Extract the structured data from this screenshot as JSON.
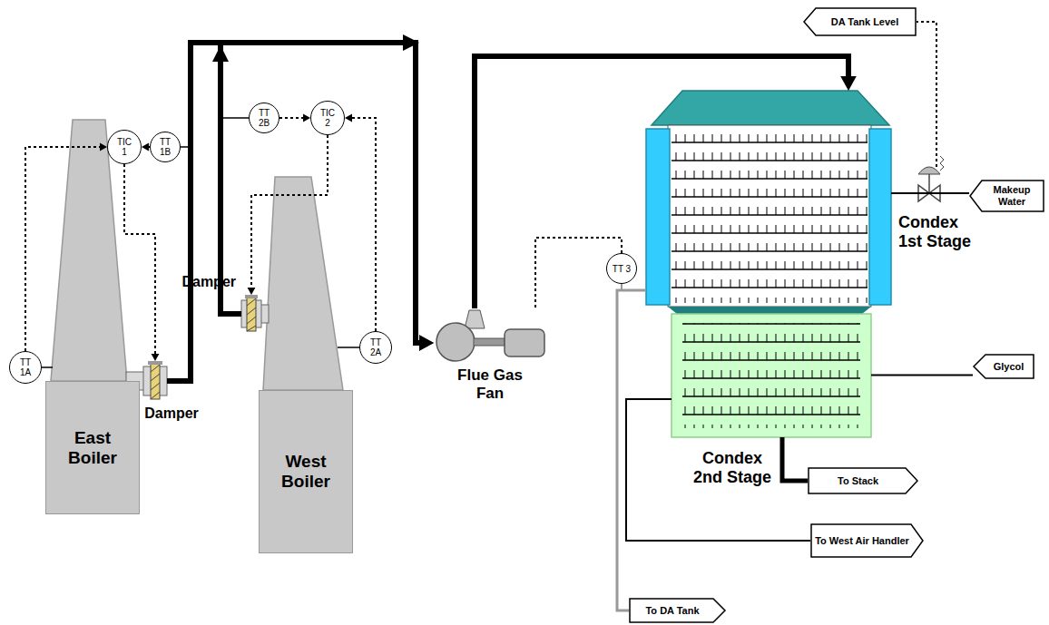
{
  "diagram": {
    "nodes": [
      {
        "text": [
          "TIC 1"
        ]
      },
      {
        "text": [
          "TT 1B"
        ]
      },
      {
        "text": [
          "TT 2B"
        ]
      },
      {
        "text": [
          "TIC 2"
        ]
      },
      {
        "text": [
          "TT 1A"
        ]
      },
      {
        "text": [
          "Damper"
        ]
      },
      {
        "text": [
          "Damper"
        ]
      },
      {
        "text": [
          "TT 2A"
        ]
      },
      {
        "text": [
          "East Boiler"
        ]
      },
      {
        "text": [
          "West Boiler"
        ]
      },
      {
        "text": [
          "DA Tank Level"
        ]
      },
      {
        "text": [
          "Flue Gas Fan"
        ]
      },
      {
        "text": [
          "TT 3"
        ]
      },
      {
        "text": [
          "Condex 1st Stage"
        ]
      },
      {
        "text": [
          "Makeup Water"
        ]
      },
      {
        "text": [
          "Glycol"
        ]
      },
      {
        "text": [
          "Condex 2nd Stage"
        ]
      },
      {
        "text": [
          "To Stack"
        ]
      },
      {
        "text": [
          "To West Air Handler"
        ]
      },
      {
        "text": [
          "To DA Tank"
        ]
      }
    ],
    "edges": [
      {
        "from": 4,
        "to": 0,
        "arrow": "to"
      },
      {
        "from": 1,
        "to": 0,
        "arrow": "to"
      },
      {
        "from": 0,
        "to": 5,
        "arrow": "to"
      },
      {
        "from": 2,
        "to": 3,
        "arrow": "to"
      },
      {
        "from": 7,
        "to": 3,
        "arrow": "to"
      },
      {
        "from": 3,
        "to": 6,
        "arrow": "to"
      },
      {
        "from": 5,
        "to": 11,
        "arrow": "to"
      },
      {
        "from": 6,
        "to": 11,
        "arrow": "to"
      },
      {
        "from": 11,
        "to": 13,
        "arrow": "to"
      },
      {
        "from": 12,
        "to": 11,
        "arrow": "none"
      },
      {
        "from": 13,
        "to": 19,
        "arrow": "none"
      },
      {
        "from": 14,
        "to": 13,
        "arrow": "none"
      },
      {
        "from": 15,
        "to": 16,
        "arrow": "none"
      },
      {
        "from": 16,
        "to": 18,
        "arrow": "none"
      },
      {
        "from": 16,
        "to": 17,
        "arrow": "none"
      }
    ]
  }
}
